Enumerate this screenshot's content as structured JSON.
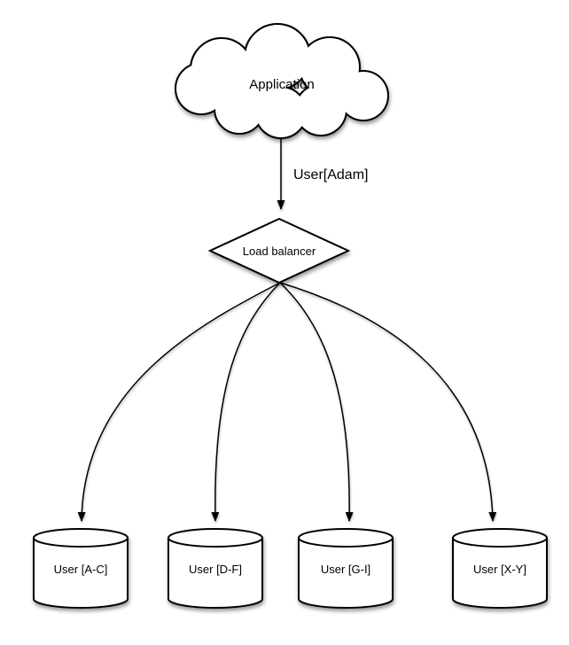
{
  "diagram": {
    "type": "sharding-architecture",
    "colors": {
      "background": "#ffffff",
      "stroke": "#000000",
      "fill": "#ffffff",
      "text": "#000000",
      "shadow": "#999999"
    },
    "nodes": {
      "application": {
        "label": "Application",
        "shape": "cloud"
      },
      "load_balancer": {
        "label": "Load balancer",
        "shape": "diamond"
      },
      "shard_ac": {
        "label": "User [A-C]",
        "shape": "cylinder"
      },
      "shard_df": {
        "label": "User [D-F]",
        "shape": "cylinder"
      },
      "shard_gi": {
        "label": "User [G-I]",
        "shape": "cylinder"
      },
      "shard_xy": {
        "label": "User [X-Y]",
        "shape": "cylinder"
      }
    },
    "edges": [
      {
        "from": "application",
        "to": "load_balancer",
        "label": "User[Adam]"
      },
      {
        "from": "load_balancer",
        "to": "shard_ac",
        "label": ""
      },
      {
        "from": "load_balancer",
        "to": "shard_df",
        "label": ""
      },
      {
        "from": "load_balancer",
        "to": "shard_gi",
        "label": ""
      },
      {
        "from": "load_balancer",
        "to": "shard_xy",
        "label": ""
      }
    ]
  }
}
